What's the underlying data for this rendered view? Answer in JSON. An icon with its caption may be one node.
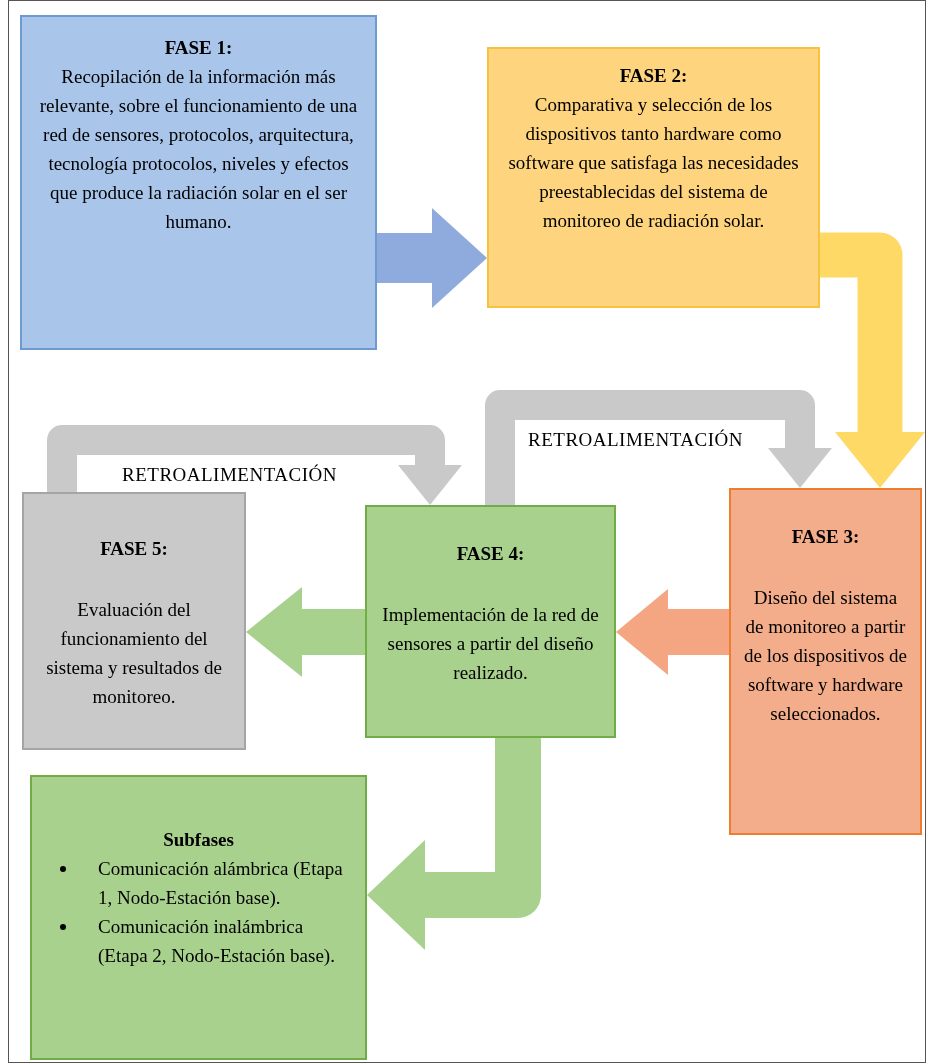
{
  "diagram": {
    "nodes": [
      {
        "text": [
          "FASE 1:",
          "Recopilación de la información más relevante, sobre el funcionamiento de una red de sensores, protocolos, arquitectura, tecnología protocolos, niveles y efectos que produce la radiación solar en el ser humano."
        ]
      },
      {
        "text": [
          "FASE 2:",
          "Comparativa y selección de los dispositivos tanto hardware como software que satisfaga las necesidades preestablecidas del sistema de monitoreo de radiación solar."
        ]
      },
      {
        "text": [
          "FASE 3:",
          "Diseño del sistema de monitoreo a partir de los dispositivos de software y hardware seleccionados."
        ]
      },
      {
        "text": [
          "FASE 4:",
          "Implementación de la red de sensores a partir del diseño realizado."
        ]
      },
      {
        "text": [
          "FASE 5:",
          "Evaluación del funcionamiento del sistema y resultados de monitoreo."
        ]
      },
      {
        "text": [
          "Subfases",
          "Comunicación alámbrica (Etapa 1, Nodo-Estación base).",
          "Comunicación inalámbrica (Etapa 2, Nodo-Estación base)."
        ]
      }
    ],
    "edges": [
      {
        "from": 0,
        "to": 1,
        "arrow": "to",
        "color": "#8faadc"
      },
      {
        "from": 1,
        "to": 2,
        "arrow": "to",
        "color": "#ffd966"
      },
      {
        "from": 2,
        "to": 3,
        "arrow": "to",
        "color": "#f4a582"
      },
      {
        "from": 3,
        "to": 4,
        "arrow": "to",
        "color": "#a9d18e"
      },
      {
        "from": 3,
        "to": 5,
        "arrow": "to",
        "color": "#a9d18e"
      },
      {
        "from": 4,
        "to": 3,
        "arrow": "to",
        "label": "RETROALIMENTACIÓN",
        "color": "#c9c9c9"
      },
      {
        "from": 3,
        "to": 2,
        "arrow": "to",
        "label": "RETROALIMENTACIÓN",
        "color": "#c9c9c9"
      }
    ]
  }
}
